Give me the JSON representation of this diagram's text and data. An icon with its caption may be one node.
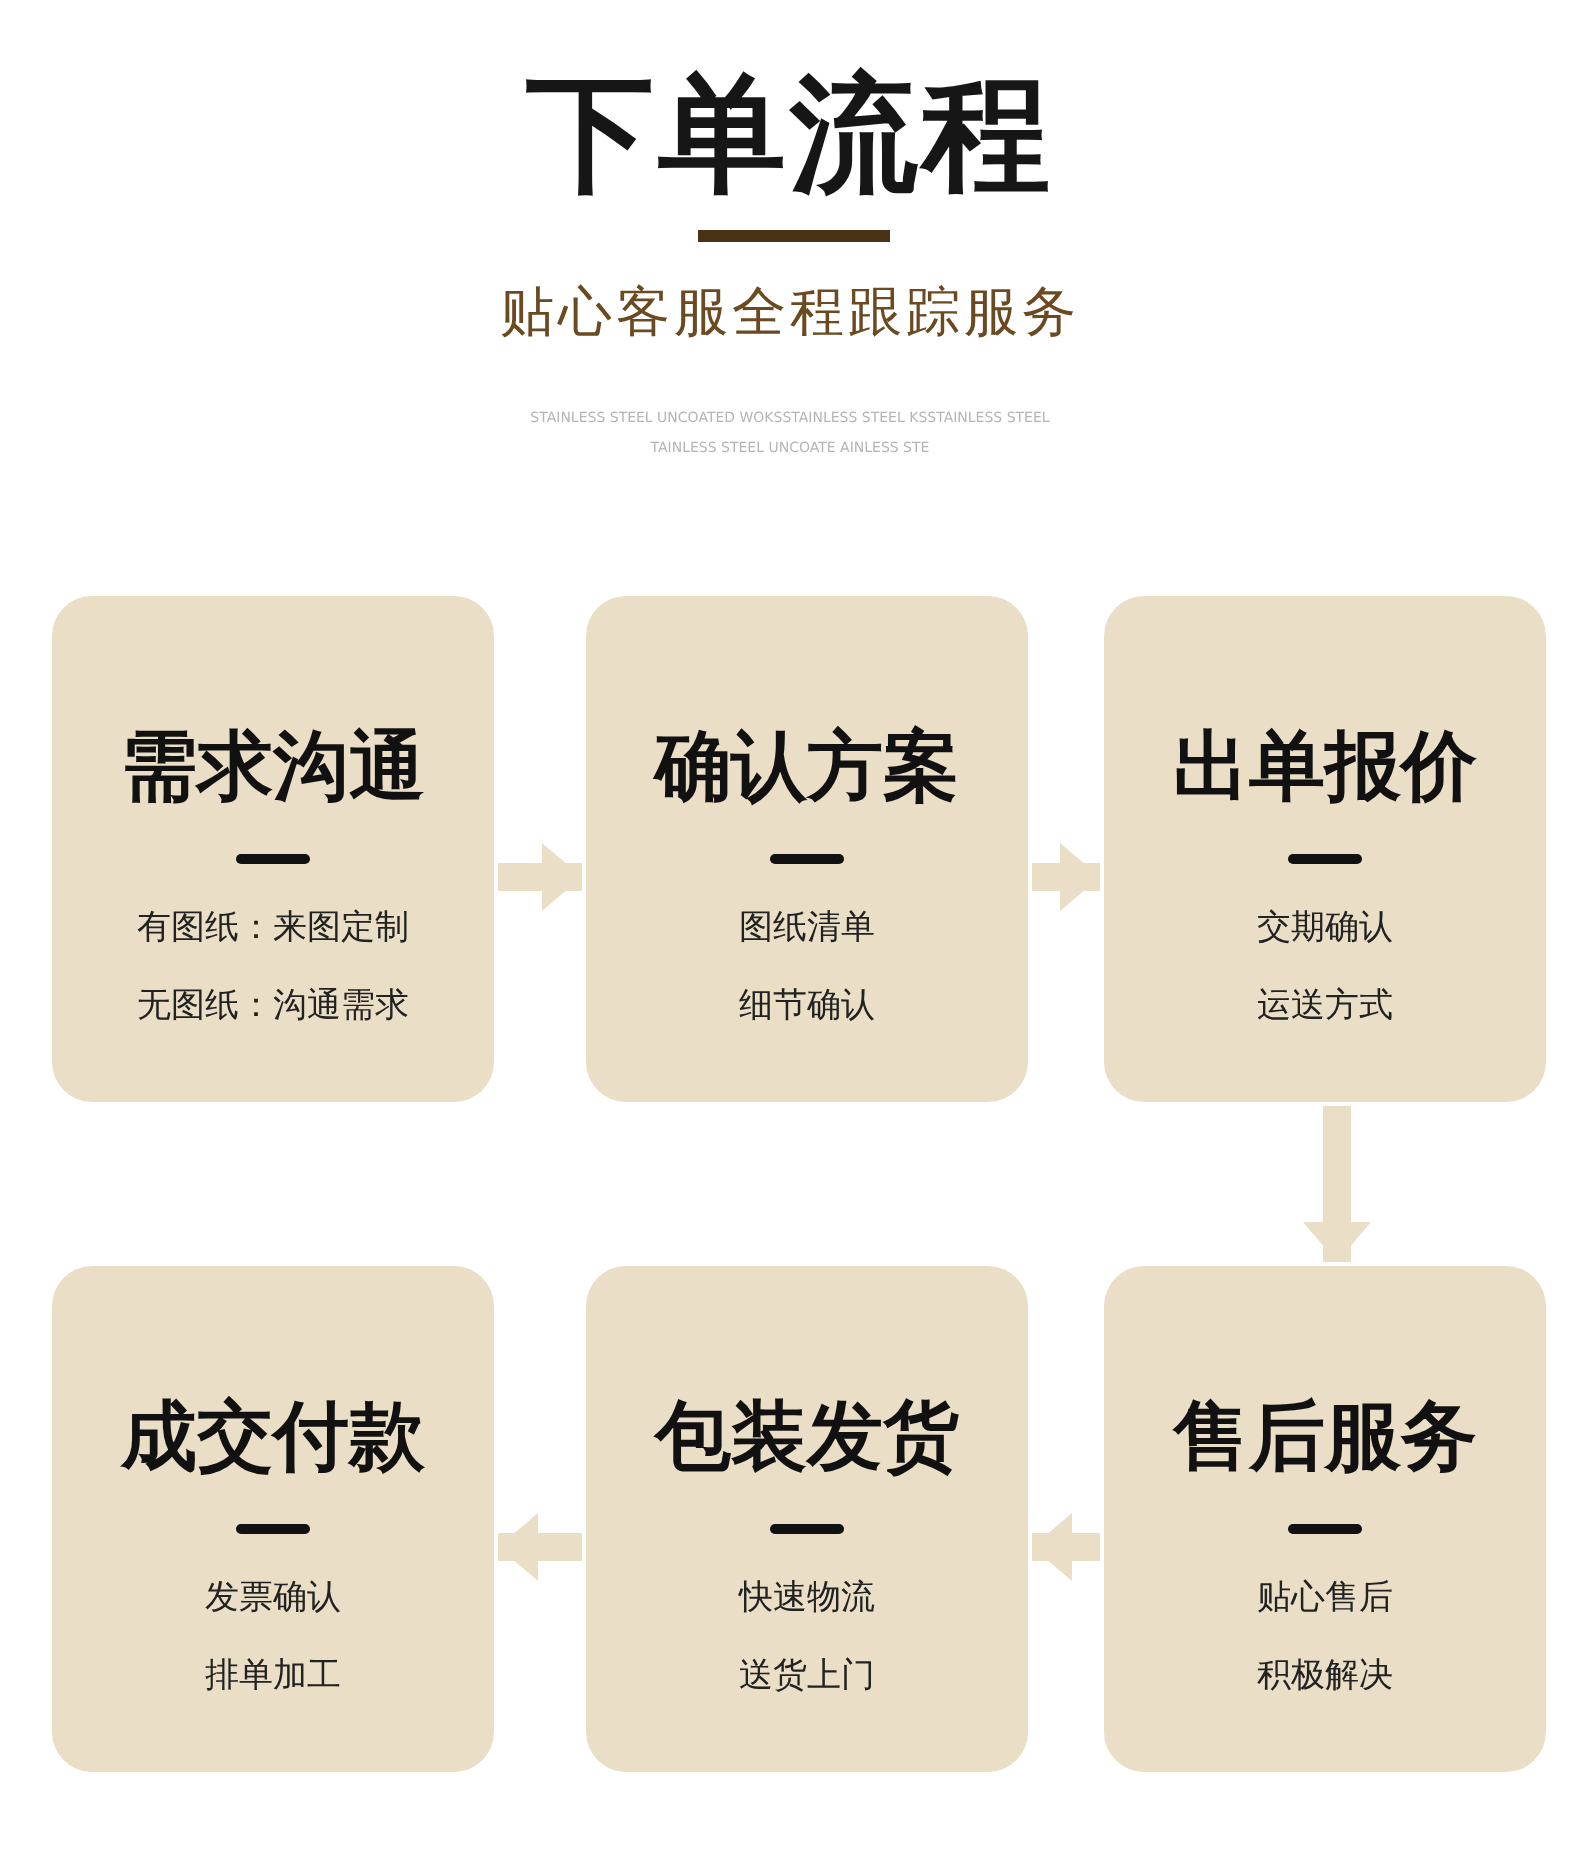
{
  "diagram": {
    "title": "下单流程",
    "caption": "贴心客服全程跟踪服务",
    "nodes": [
      {
        "text": [
          "需求沟通",
          "有图纸：来图定制",
          "无图纸：沟通需求"
        ]
      },
      {
        "text": [
          "确认方案",
          "图纸清单",
          "细节确认"
        ]
      },
      {
        "text": [
          "出单报价",
          "交期确认",
          "运送方式"
        ]
      },
      {
        "text": [
          "成交付款",
          "发票确认",
          "排单加工"
        ]
      },
      {
        "text": [
          "包装发货",
          "快速物流",
          "送货上门"
        ]
      },
      {
        "text": [
          "售后服务",
          "贴心售后",
          "积极解决"
        ]
      }
    ],
    "edges": [
      {
        "from": 0,
        "to": 1,
        "arrow": "to"
      },
      {
        "from": 1,
        "to": 2,
        "arrow": "to"
      },
      {
        "from": 2,
        "to": 5,
        "arrow": "to"
      },
      {
        "from": 5,
        "to": 4,
        "arrow": "to"
      },
      {
        "from": 4,
        "to": 3,
        "arrow": "to"
      }
    ],
    "labels": [
      "STAINLESS STEEL UNCOATED WOKSSTAINLESS STEEL KSSTAINLESS STEEL",
      "TAINLESS STEEL UNCOATE AINLESS STE"
    ]
  }
}
